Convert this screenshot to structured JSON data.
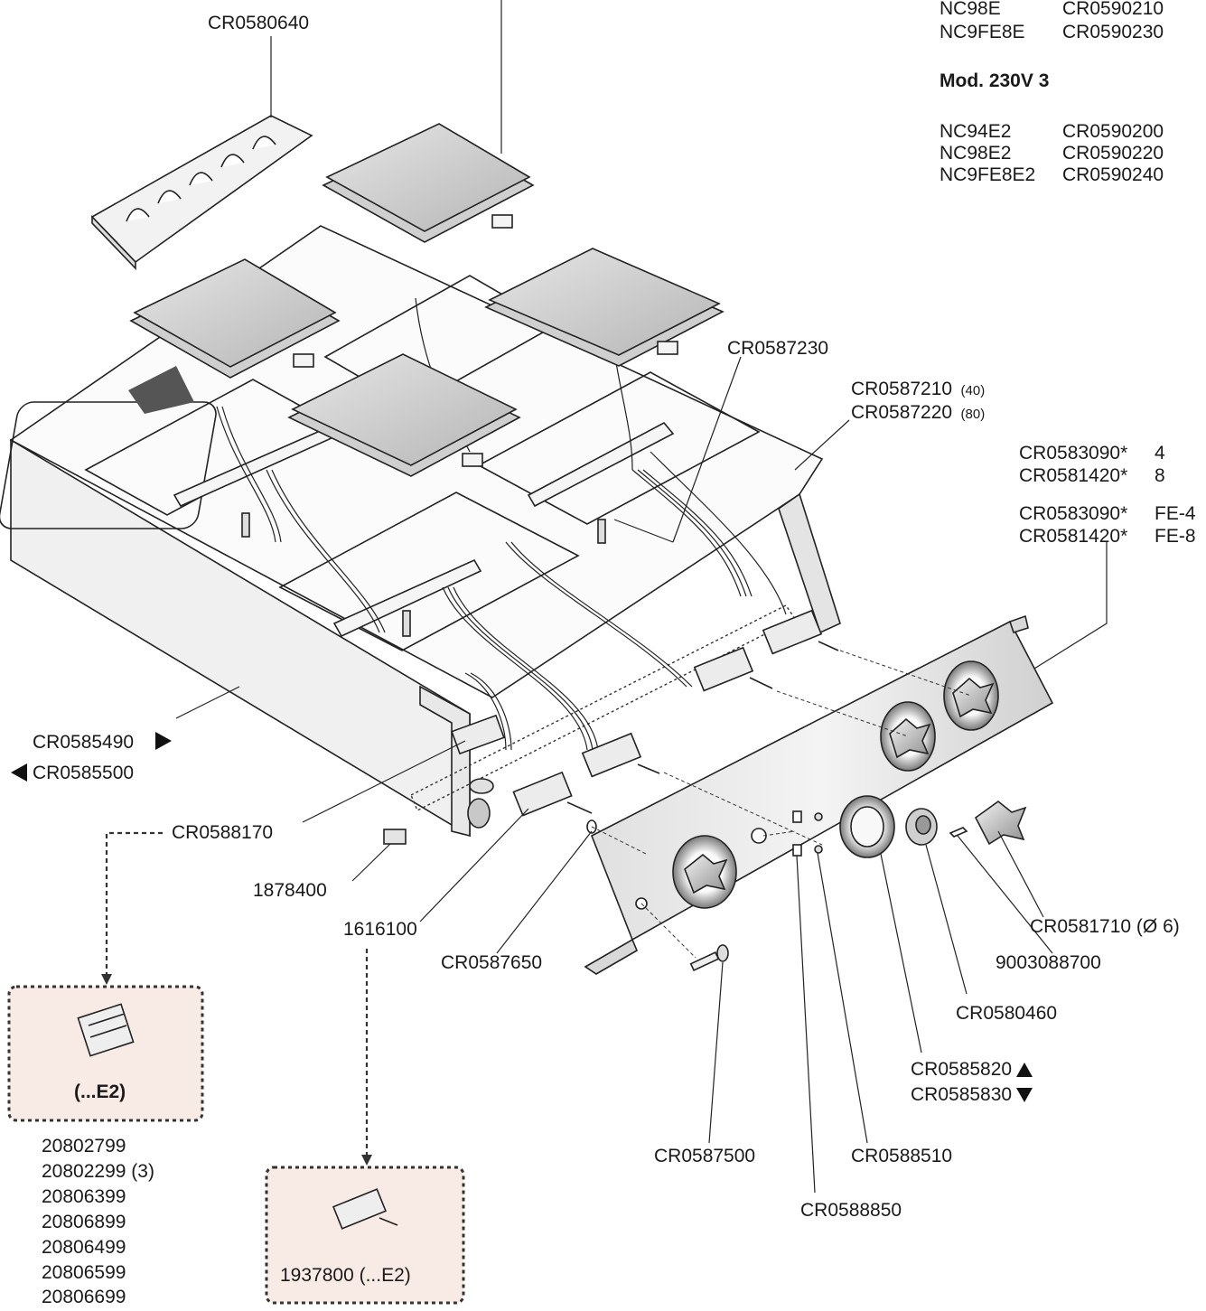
{
  "model_table": {
    "rows_top": [
      {
        "model": "NC98E",
        "code": "CR0590210"
      },
      {
        "model": "NC9FE8E",
        "code": "CR0590230"
      }
    ],
    "heading": "Mod. 230V 3",
    "rows": [
      {
        "model": "NC94E2",
        "code": "CR0590200"
      },
      {
        "model": "NC98E2",
        "code": "CR0590220"
      },
      {
        "model": "NC9FE8E2",
        "code": "CR0590240"
      }
    ]
  },
  "callouts": {
    "top_left": "CR0580640",
    "thermostat_sensor": "CR0587230",
    "hotplate_40": "CR0587210",
    "hotplate_40_note": "(40)",
    "hotplate_80": "CR0587220",
    "hotplate_80_note": "(80)",
    "switch_4_code": "CR0583090*",
    "switch_4_suffix": "4",
    "switch_8_code": "CR0581420*",
    "switch_8_suffix": "8",
    "switch_fe4_code": "CR0583090*",
    "switch_fe4_suffix": "FE-4",
    "switch_fe8_code": "CR0581420*",
    "switch_fe8_suffix": "FE-8",
    "side_right": "CR0585490",
    "side_left": "CR0585500",
    "terminal_block": "CR0588170",
    "cable_clamp": "1878400",
    "switch_main": "1616100",
    "washer": "CR0587650",
    "knob": "CR0581710 (Ø 6)",
    "spring": "9003088700",
    "bezel": "CR0580460",
    "ring_up": "CR0585820",
    "ring_down": "CR0585830",
    "pilot_lamp": "CR0587500",
    "lamp_holder": "CR0588510",
    "indicator": "CR0588850"
  },
  "inset_left": {
    "label": "(...E2)",
    "codes": [
      "20802799",
      "20802299 (3)",
      "20806399",
      "20806899",
      "20806499",
      "20806599",
      "20806699"
    ]
  },
  "inset_right": {
    "label": "1937800 (...E2)"
  }
}
